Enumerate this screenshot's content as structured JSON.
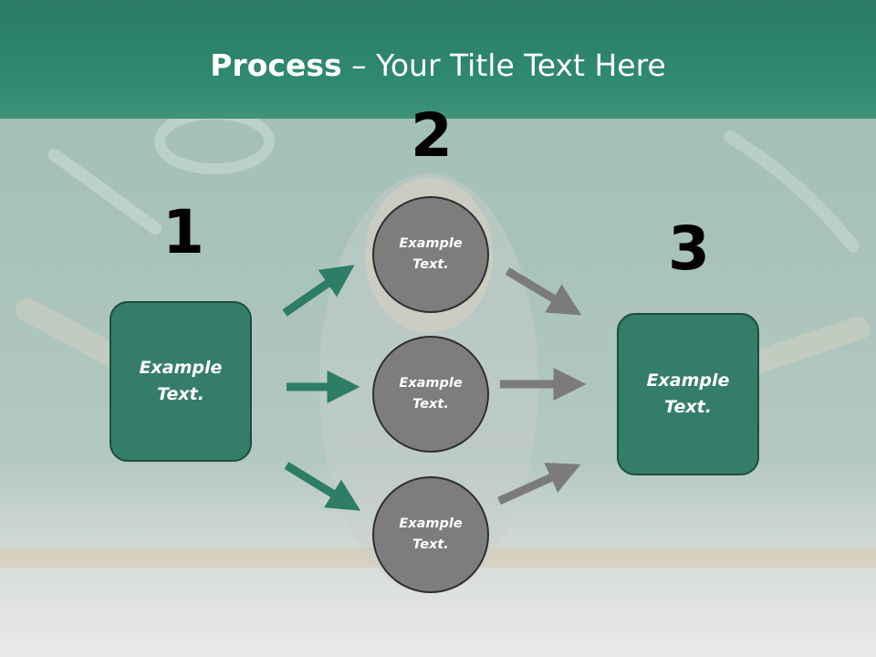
{
  "title": {
    "bold": "Process",
    "rest": " – Your Title Text Here"
  },
  "steps": [
    {
      "number": "1",
      "text": "Example Text."
    },
    {
      "number": "2"
    },
    {
      "number": "3",
      "text": "Example Text."
    }
  ],
  "circles": [
    {
      "text": "Example Text."
    },
    {
      "text": "Example Text."
    },
    {
      "text": "Example Text."
    }
  ],
  "colors": {
    "accent": "#347d69",
    "title_band": "#2f8a70",
    "circle": "#7d7d7d",
    "arrow_green": "#2e7d66",
    "arrow_gray": "#7b7b7b"
  }
}
